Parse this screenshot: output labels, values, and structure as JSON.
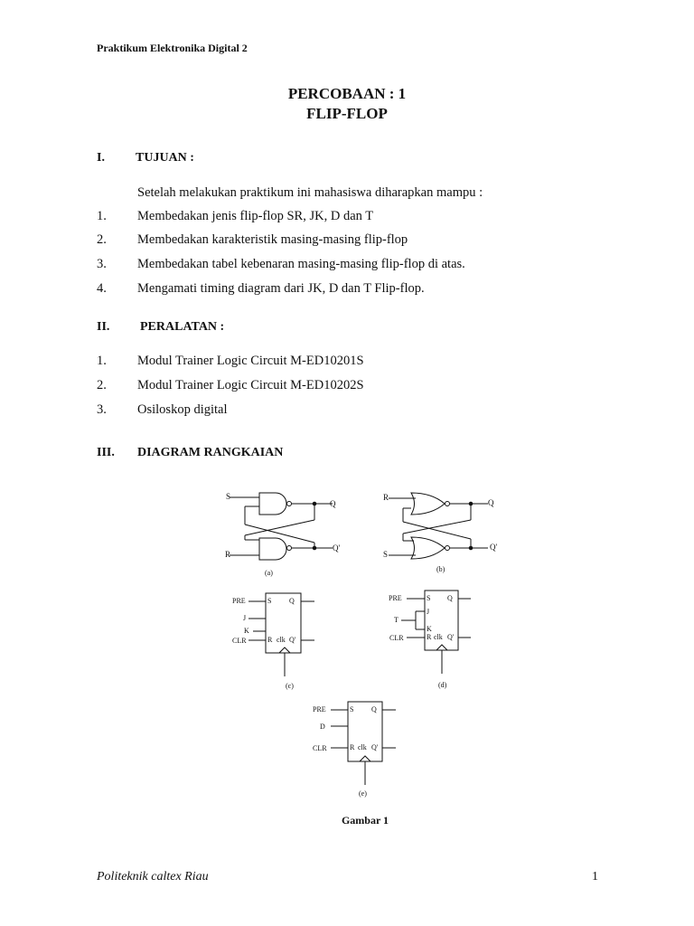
{
  "header": "Praktikum Elektronika Digital 2",
  "title_line1": "PERCOBAAN : 1",
  "title_line2": "FLIP-FLOP",
  "sections": [
    {
      "number": "I.",
      "title": "TUJUAN :",
      "intro": "Setelah melakukan praktikum ini mahasiswa diharapkan mampu :",
      "items": [
        {
          "num": "1.",
          "text": "Membedakan jenis flip-flop SR, JK, D dan T"
        },
        {
          "num": "2.",
          "text": "Membedakan karakteristik masing-masing flip-flop"
        },
        {
          "num": "3.",
          "text": "Membedakan tabel kebenaran masing-masing flip-flop di atas."
        },
        {
          "num": "4.",
          "text": "Mengamati timing diagram dari JK, D dan T Flip-flop."
        }
      ]
    },
    {
      "number": "II.",
      "title": "PERALATAN :",
      "items": [
        {
          "num": "1.",
          "text": "Modul Trainer Logic Circuit M-ED10201S"
        },
        {
          "num": "2.",
          "text": "Modul Trainer Logic Circuit M-ED10202S"
        },
        {
          "num": "3.",
          "text": "Osiloskop digital"
        }
      ]
    },
    {
      "number": "III.",
      "title": "DIAGRAM RANGKAIAN"
    }
  ],
  "figure": {
    "caption": "Gambar 1",
    "a": {
      "label": "(a)",
      "in_top": "S",
      "in_bottom": "R",
      "out_top": "Q",
      "out_bottom": "Q'"
    },
    "b": {
      "label": "(b)",
      "in_top": "R",
      "in_bottom": "S",
      "out_top": "Q",
      "out_bottom": "Q'"
    },
    "c": {
      "label": "(c)",
      "pre": "PRE",
      "j": "J",
      "k": "K",
      "clr": "CLR",
      "s": "S",
      "r": "R",
      "clk": "clk",
      "q": "Q",
      "qn": "Q'"
    },
    "d": {
      "label": "(d)",
      "pre": "PRE",
      "t": "T",
      "clr": "CLR",
      "s": "S",
      "j": "J",
      "k": "K",
      "r": "R",
      "clk": "clk",
      "q": "Q",
      "qn": "Q'"
    },
    "e": {
      "label": "(e)",
      "pre": "PRE",
      "d": "D",
      "clr": "CLR",
      "s": "S",
      "r": "R",
      "clk": "clk",
      "q": "Q",
      "qn": "Q'"
    }
  },
  "footer": {
    "left": "Politeknik caltex Riau",
    "page": "1"
  }
}
